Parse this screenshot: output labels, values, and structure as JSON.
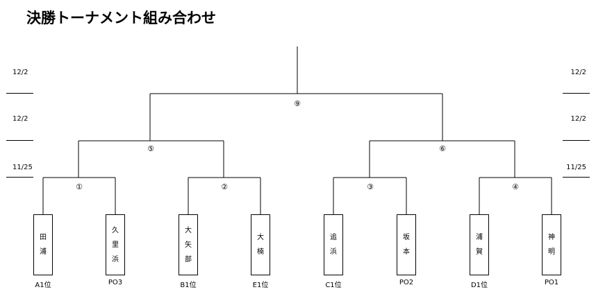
{
  "title": "決勝トーナメント組み合わせ",
  "dates": {
    "final": "12/2",
    "semifinal": "12/2",
    "first_round": "11/25"
  },
  "matches": {
    "m1": "①",
    "m2": "②",
    "m3": "③",
    "m4": "④",
    "m5": "⑤",
    "m6": "⑥",
    "m9": "⑨"
  },
  "teams": [
    {
      "chars": [
        "田",
        "浦"
      ],
      "seed": "A1位"
    },
    {
      "chars": [
        "久",
        "里",
        "浜"
      ],
      "seed": "PO3"
    },
    {
      "chars": [
        "大",
        "矢",
        "部"
      ],
      "seed": "B1位"
    },
    {
      "chars": [
        "大",
        "楠"
      ],
      "seed": "E1位"
    },
    {
      "chars": [
        "追",
        "浜"
      ],
      "seed": "C1位"
    },
    {
      "chars": [
        "坂",
        "本"
      ],
      "seed": "PO2"
    },
    {
      "chars": [
        "浦",
        "賀"
      ],
      "seed": "D1位"
    },
    {
      "chars": [
        "神",
        "明"
      ],
      "seed": "PO1"
    }
  ]
}
